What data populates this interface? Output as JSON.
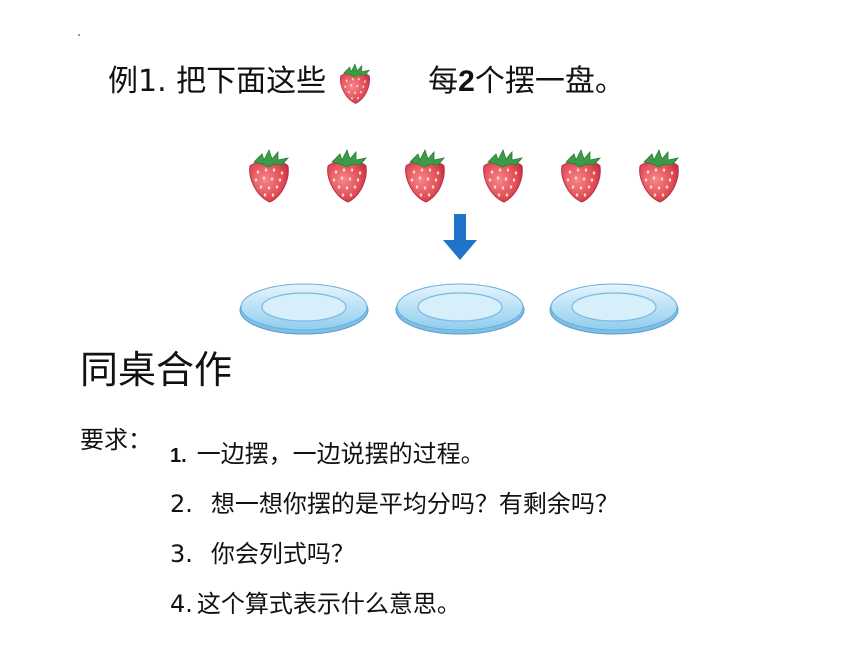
{
  "example": {
    "prefix": "例1. 把下面这些",
    "icon": "strawberry-icon",
    "suffix_pre": "每",
    "suffix_num": "2",
    "suffix_post": "个摆一盘。"
  },
  "strawberries": {
    "count": 6,
    "icon": "strawberry-icon"
  },
  "arrow": {
    "icon": "arrow-down-icon",
    "color": "#1f74c9"
  },
  "plates": {
    "count": 3,
    "icon": "plate-icon",
    "color": "#bfe3f7"
  },
  "section_title": "同桌合作",
  "requirements": {
    "label": "要求：",
    "items": [
      {
        "num": "1.",
        "text": "一边摆，一边说摆的过程。"
      },
      {
        "num": "2.",
        "text": "想一想你摆的是平均分吗？有剩余吗？"
      },
      {
        "num": "3.",
        "text": "你会列式吗？"
      },
      {
        "num": "4.",
        "text": "这个算式表示什么意思。"
      }
    ]
  },
  "colors": {
    "strawberry": "#e24b5a",
    "leaf": "#3c9b47",
    "text": "#111111"
  }
}
